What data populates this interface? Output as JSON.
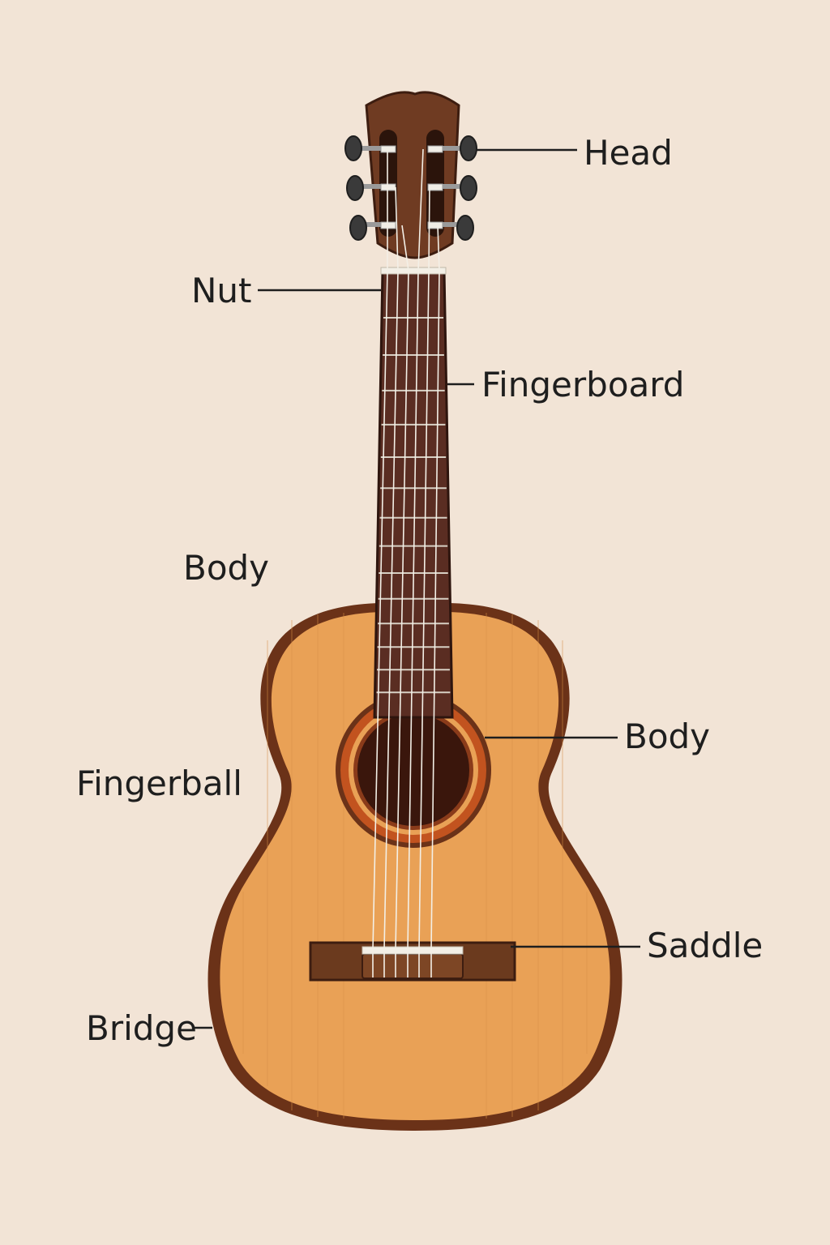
{
  "labels": {
    "head": "Head",
    "nut": "Nut",
    "fingerboard": "Fingerboard",
    "body_upper": "Body",
    "body_right": "Body",
    "fingerball": "Fingerball",
    "saddle": "Saddle",
    "bridge": "Bridge"
  },
  "colors": {
    "background": "#f2e4d6",
    "soundboard": "#e9a156",
    "binding": "#6b3218",
    "fingerboard": "#5a2d22",
    "headstock": "#6f3b22",
    "soundhole": "#3a160c",
    "rosette": "#c2531f",
    "bridge": "#6b3a1e",
    "tuner": "#3a3a3a",
    "string": "#f3efe6",
    "leader_line": "#1e1e1e"
  }
}
